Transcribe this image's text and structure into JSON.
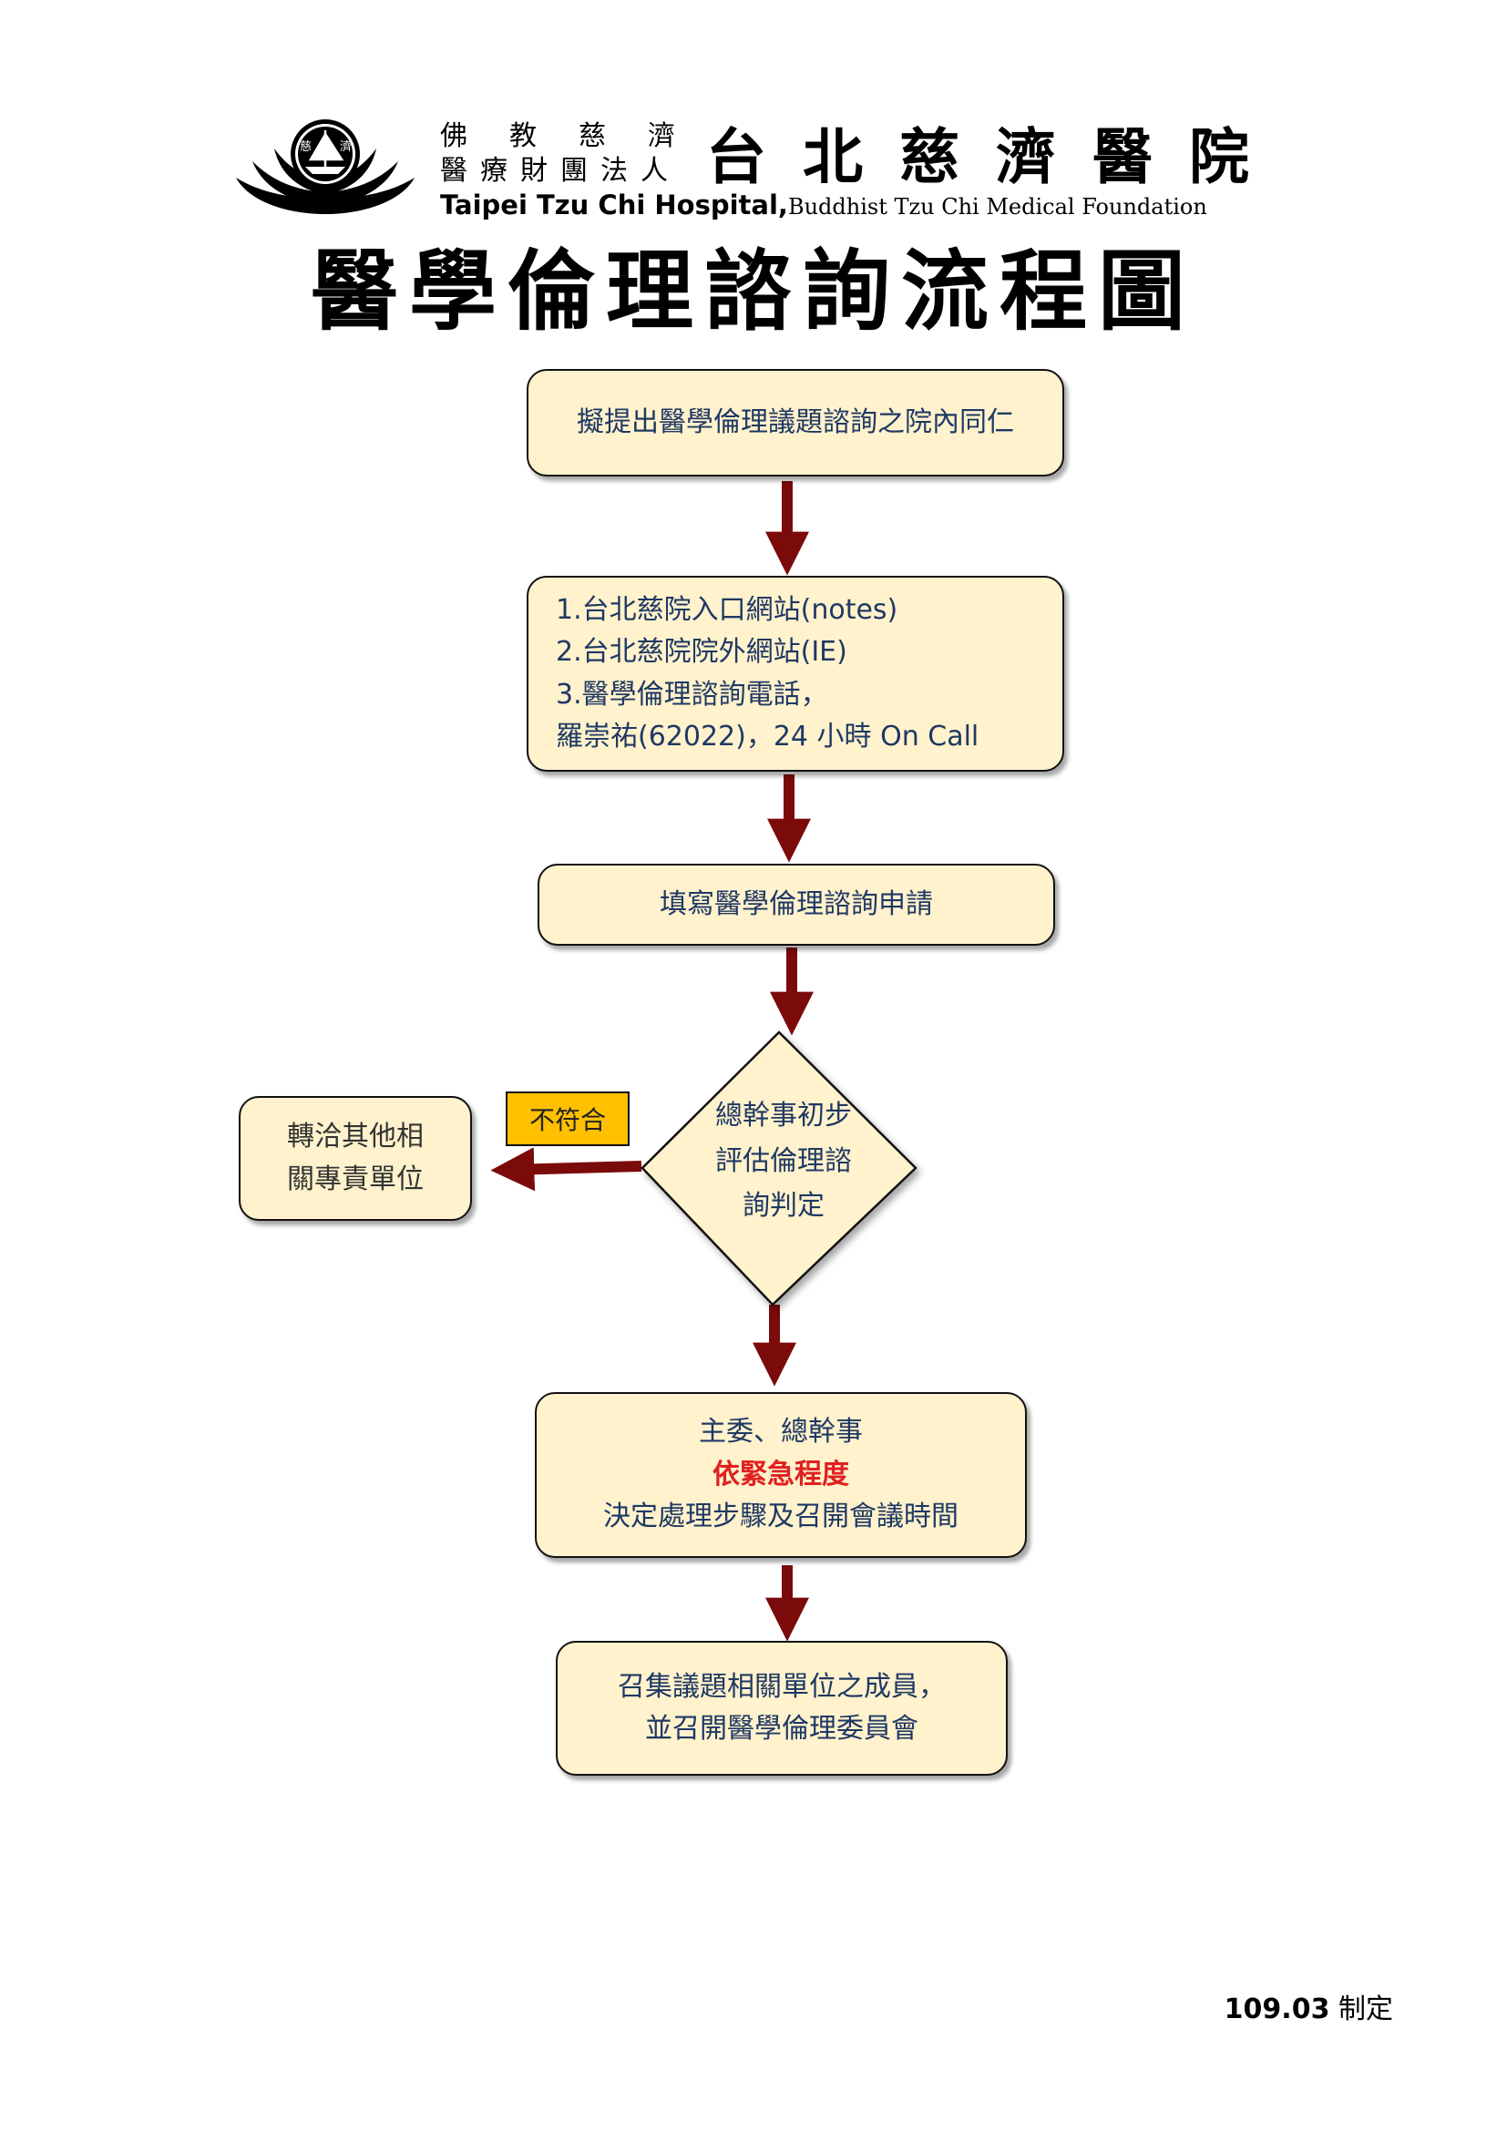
{
  "header": {
    "foundation_line_1": "佛教慈濟",
    "foundation_line_2": "醫療財團法人",
    "hospital_name": "台北慈濟醫院",
    "hospital_name_en": "Taipei Tzu Chi Hospital,",
    "foundation_en": "Buddhist Tzu Chi Medical Foundation",
    "logo_text_left": "慈",
    "logo_text_right": "濟"
  },
  "title": "醫學倫理諮詢流程圖",
  "flow": {
    "step1": "擬提出醫學倫理議題諮詢之院內同仁",
    "step2": [
      "1.台北慈院入口網站(notes)",
      "2.台北慈院院外網站(IE)",
      "3.醫學倫理諮詢電話，",
      "羅崇祐(62022)，24 小時  On Call"
    ],
    "step3": "填寫醫學倫理諮詢申請",
    "decision": [
      "總幹事初步",
      "評估倫理諮",
      "詢判定"
    ],
    "reject_label": "不符合",
    "reject_target": [
      "轉洽其他相",
      "關專責單位"
    ],
    "step4": {
      "line1": "主委、總幹事",
      "line2": "依緊急程度",
      "line3": "決定處理步驟及召開會議時間"
    },
    "step5": [
      "召集議題相關單位之成員，",
      "並召開醫學倫理委員會"
    ]
  },
  "footer": {
    "code": "109.03",
    "label": " 制定"
  },
  "colors": {
    "node_fill": "#fff2cc",
    "node_text": "#1f3864",
    "arrow": "#7b0a0a",
    "badge_fill": "#ffc000",
    "emphasis_text": "#e02020"
  }
}
